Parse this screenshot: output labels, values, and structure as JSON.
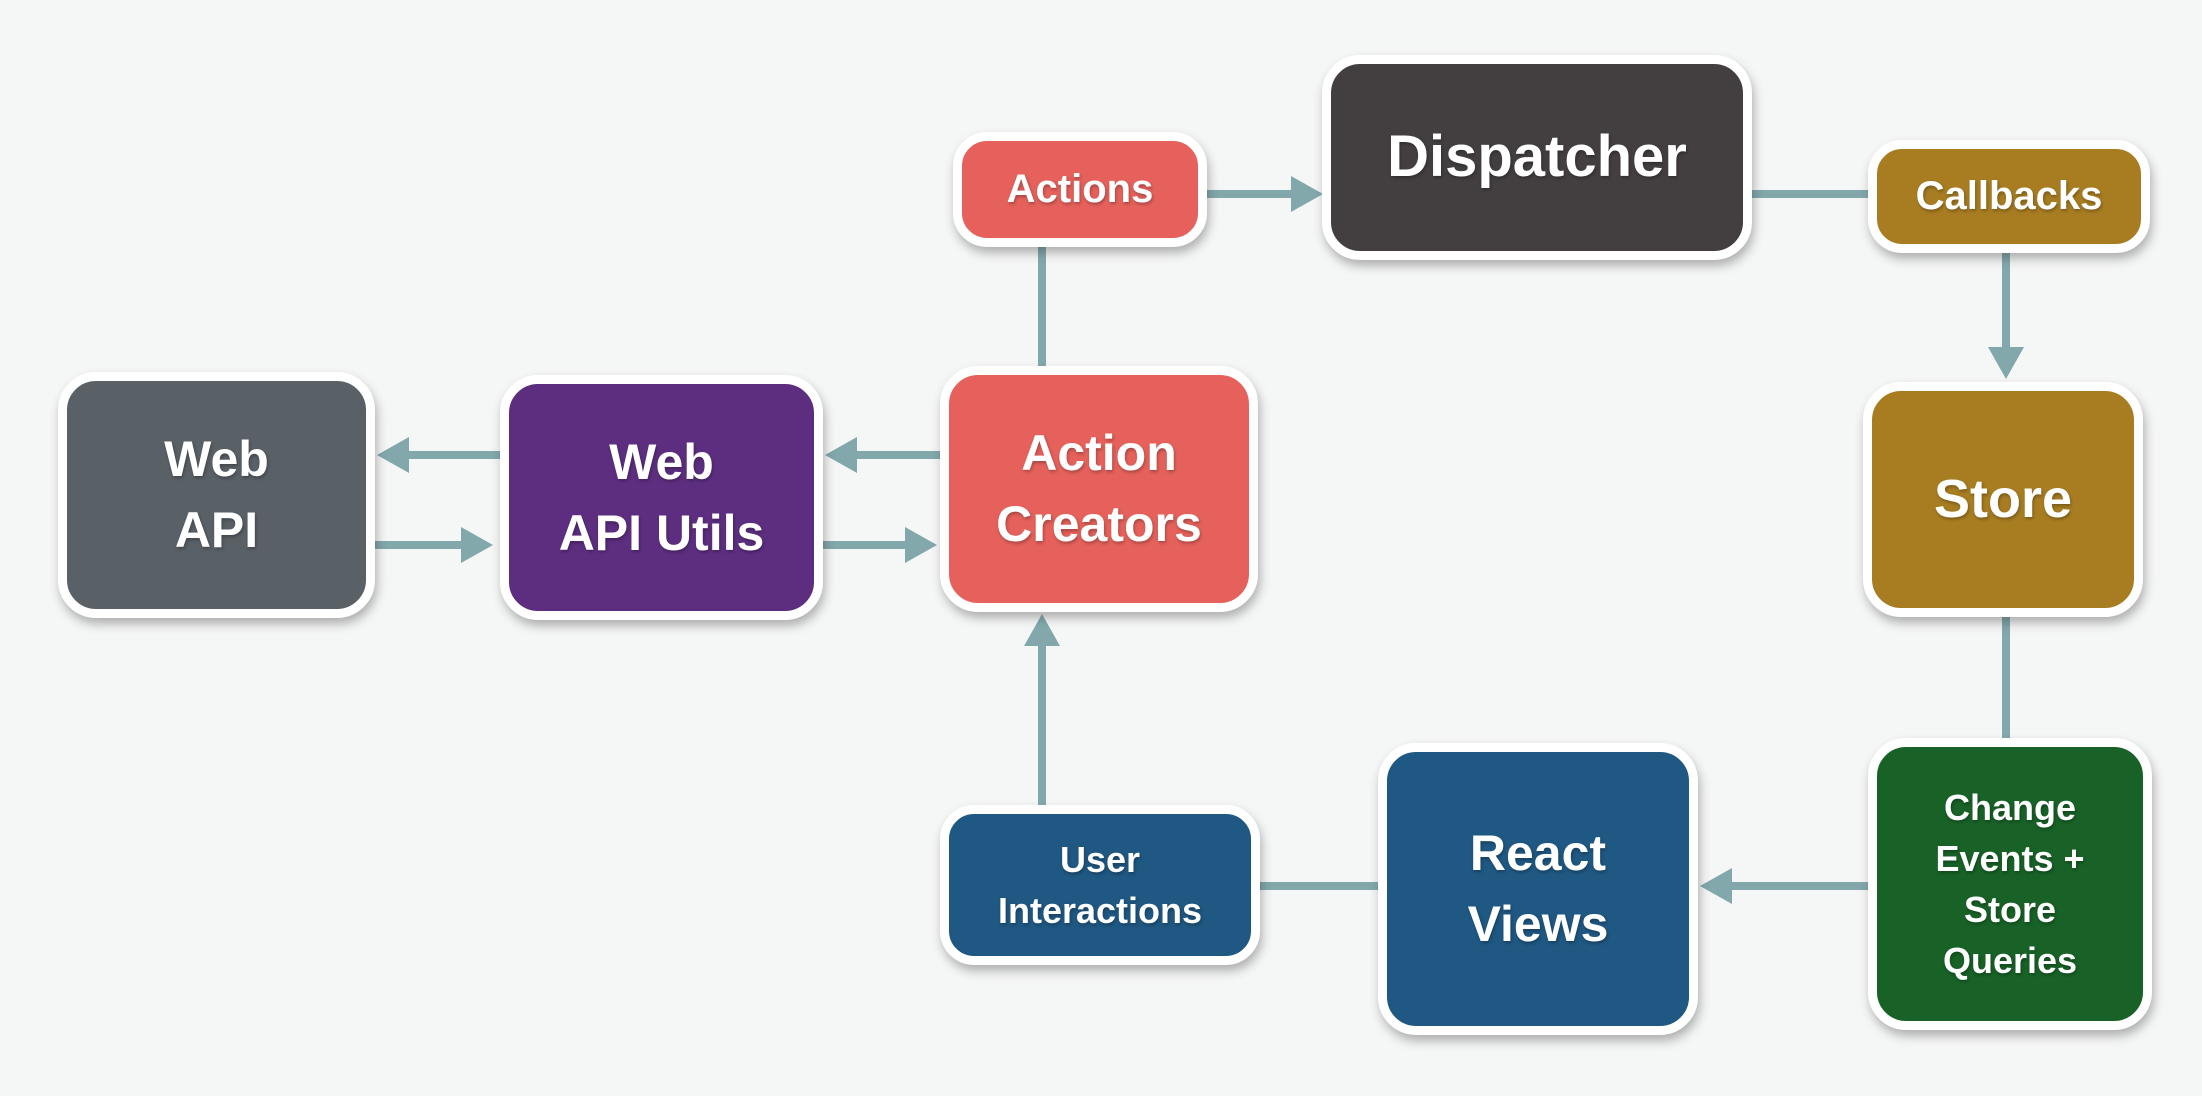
{
  "diagram": {
    "kind": "flux-architecture-flow-diagram",
    "colors": {
      "background": "#F5F6F6",
      "arrow": "#82A8AC",
      "node_border": "#FFFFFF",
      "node_text": "#FFFFFF",
      "salmon": "#E6615B",
      "charcoal": "#433F40",
      "gold": "#A87D22",
      "slate": "#596066",
      "purple": "#5D2E80",
      "green": "#186227",
      "blue": "#1F5883"
    },
    "nodes": {
      "actions": {
        "label": "Actions"
      },
      "dispatcher": {
        "label": "Dispatcher"
      },
      "callbacks": {
        "label": "Callbacks"
      },
      "store": {
        "label": "Store"
      },
      "change_events": {
        "label": "Change\nEvents +\nStore\nQueries"
      },
      "react_views": {
        "label": "React\nViews"
      },
      "user_interactions": {
        "label": "User\nInteractions"
      },
      "action_creators": {
        "label": "Action\nCreators"
      },
      "web_api_utils": {
        "label": "Web\nAPI Utils"
      },
      "web_api": {
        "label": "Web\nAPI"
      }
    },
    "edges": [
      {
        "from": "Actions",
        "to": "Dispatcher",
        "arrowhead": true
      },
      {
        "from": "Dispatcher",
        "to": "Callbacks",
        "arrowhead": false
      },
      {
        "from": "Callbacks",
        "to": "Store",
        "arrowhead": true
      },
      {
        "from": "Store",
        "to": "Change Events + Store Queries",
        "arrowhead": false
      },
      {
        "from": "Change Events + Store Queries",
        "to": "React Views",
        "arrowhead": true
      },
      {
        "from": "React Views",
        "to": "User Interactions",
        "arrowhead": false
      },
      {
        "from": "User Interactions",
        "to": "Action Creators",
        "arrowhead": true
      },
      {
        "from": "Action Creators",
        "to": "Actions",
        "arrowhead": false
      },
      {
        "from": "Action Creators",
        "to": "Web API Utils",
        "arrowhead": true
      },
      {
        "from": "Web API Utils",
        "to": "Web API",
        "arrowhead": true
      },
      {
        "from": "Web API",
        "to": "Web API Utils",
        "arrowhead": true
      },
      {
        "from": "Web API Utils",
        "to": "Action Creators",
        "arrowhead": true
      }
    ]
  }
}
